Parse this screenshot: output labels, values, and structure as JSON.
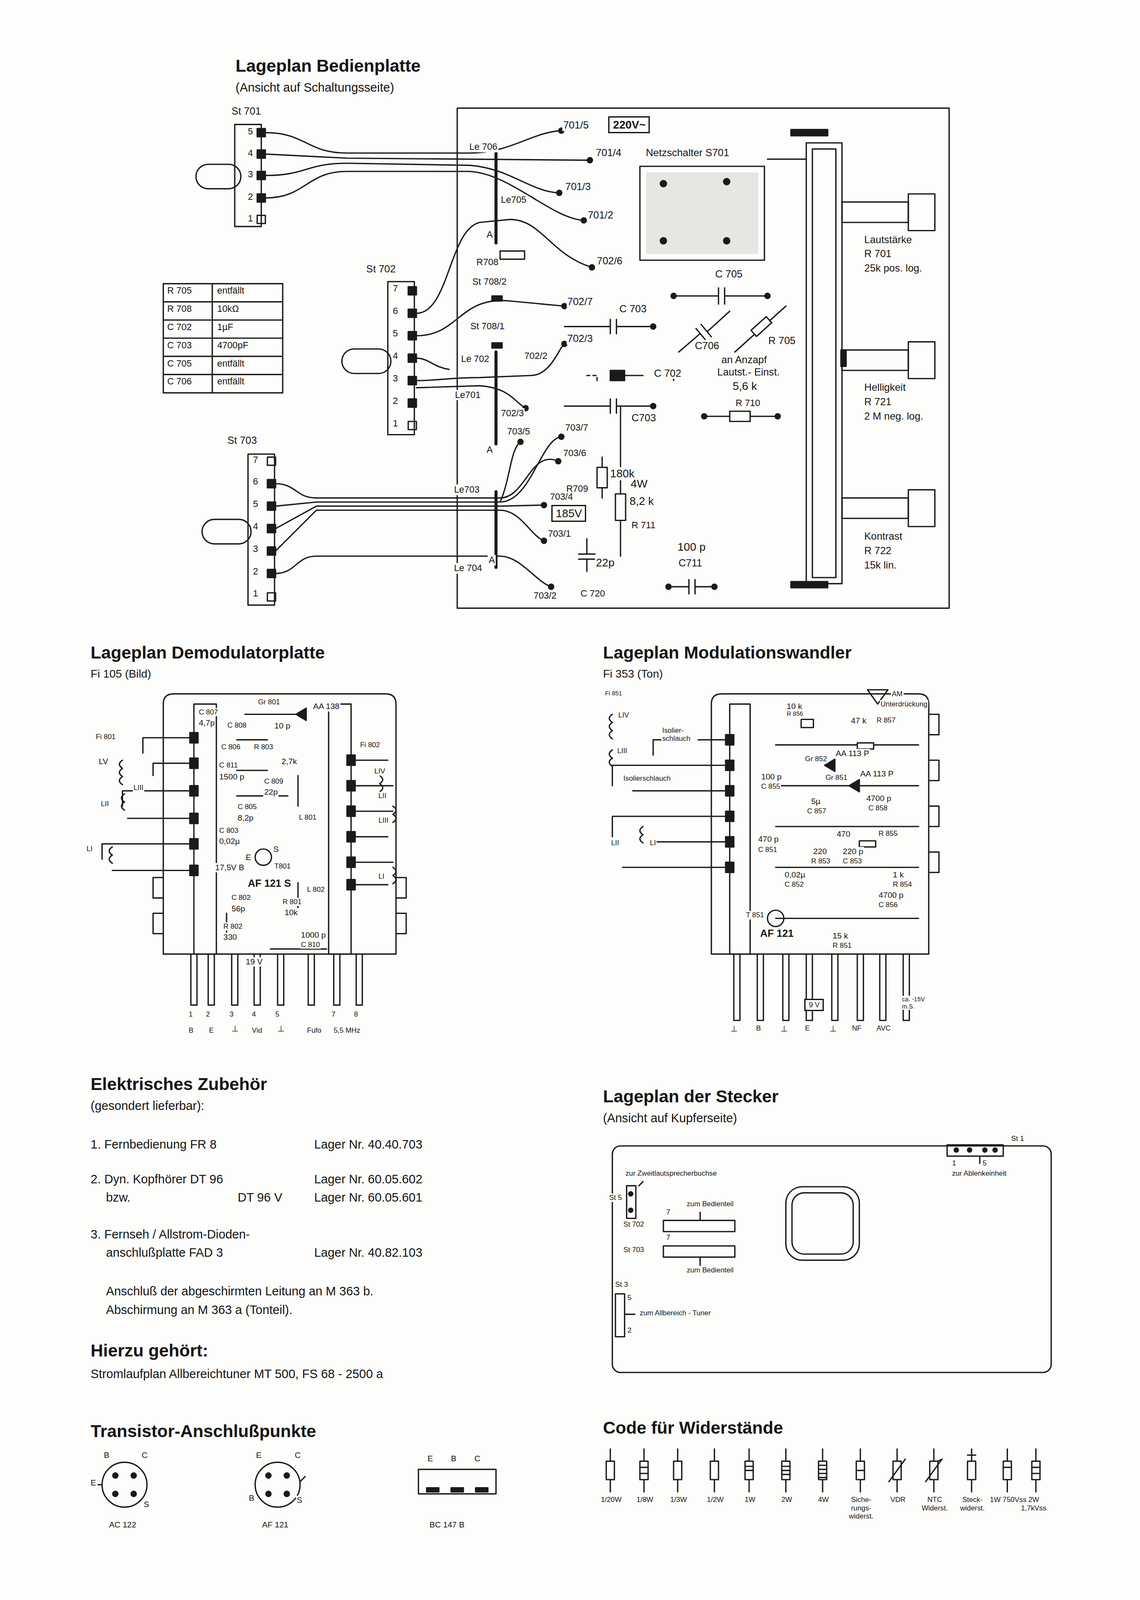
{
  "diagram": {
    "nodes": [
      {
        "text": [
          "220V~"
        ]
      },
      {
        "text": [
          "185V"
        ]
      },
      {
        "text": [
          "9 V"
        ]
      }
    ],
    "labels": [
      "Lageplan Bedienplatte",
      "(Ansicht auf Schaltungsseite)",
      "St 701",
      "5",
      "4",
      "3",
      "2",
      "1",
      "701/5",
      "701/4",
      "701/3",
      "701/2",
      "Netzschalter S701",
      "Le 706",
      "Le705",
      "A",
      "R708",
      "St 708/2",
      "702/6",
      "C 705",
      "702/7",
      "C 703",
      "St 708/1",
      "702/3",
      "Le 702",
      "702/2",
      "C706",
      "R 705",
      "an Anzapf",
      "Lautst.- Einst.",
      "C 702",
      "5,6 k",
      "R 710",
      "Le701",
      "702/3",
      "C703",
      "A",
      "703/5",
      "703/7",
      "703/6",
      "180k",
      "R709",
      "703/4",
      "4W",
      "8,2 k",
      "R 711",
      "Le703",
      "703/1",
      "A",
      "Le 704",
      "100 p",
      "C711",
      "22p",
      "703/2",
      "C 720",
      "Lautstärke",
      "R 701",
      "25k pos. log.",
      "Helligkeit",
      "R 721",
      "2 M neg. log.",
      "Kontrast",
      "R 722",
      "15k lin.",
      "St 702",
      "7",
      "6",
      "5",
      "4",
      "3",
      "2",
      "1",
      "St 703",
      "7",
      "6",
      "5",
      "4",
      "3",
      "2",
      "1",
      "R 705",
      "entfällt",
      "R 708",
      "10kΩ",
      "C 702",
      "1µF",
      "C 703",
      "4700pF",
      "C 705",
      "entfällt",
      "C 706",
      "entfällt",
      "Lageplan Demodulatorplatte",
      "Fi 105 (Bild)",
      "Gr 801",
      "AA 138",
      "C 807",
      "4,7p",
      "C 808",
      "10 p",
      "C 806",
      "R 803",
      "2,7k",
      "C 811",
      "1500 p",
      "C 809",
      "22p",
      "C 805",
      "8,2p",
      "L 801",
      "C 803",
      "0,02µ",
      "S",
      "E",
      "T801",
      "17,5V B",
      "AF 121 S",
      "C 802",
      "56p",
      "R 801",
      "10k",
      "R 802",
      "330",
      "L 802",
      "1000 p",
      "C 810",
      "19 V",
      "Fi 801",
      "LV",
      "LIII",
      "LII",
      "LI",
      "Fi 802",
      "LIV",
      "LII",
      "LIII",
      "LI",
      "1",
      "2",
      "3",
      "4",
      "5",
      "7",
      "8",
      "B",
      "E",
      "⊥",
      "Vid",
      "⊥",
      "Fufo",
      "5,5 MHz",
      "Lageplan Modulationswandler",
      "Fi 353 (Ton)",
      "Fi 851",
      "LIV",
      "LIII",
      "LII",
      "LI",
      "Isolier- schlauch",
      "Isolierschlauch",
      "10 k",
      "R 856",
      "AM",
      "Unterdrückung",
      "47 k",
      "R 857",
      "AA 113 P",
      "Gr 852",
      "AA 113 P",
      "Gr 851",
      "100 p",
      "C 855",
      "5µ",
      "C 857",
      "4700 p",
      "C 858",
      "470",
      "R 855",
      "470 p",
      "C 851",
      "220",
      "R 853",
      "220 p",
      "C 853",
      "0,02µ",
      "C 852",
      "1 k",
      "R 854",
      "4700 p",
      "C 856",
      "T 851",
      "AF 121",
      "15 k",
      "R 851",
      "⊥",
      "B",
      "⊥",
      "E",
      "⊥",
      "NF",
      "AVC",
      "ca. -15V m.S.",
      "Elektrisches Zubehör",
      "(gesondert lieferbar):",
      "1. Fernbedienung FR 8",
      "Lager Nr. 40.40.703",
      "2. Dyn. Kopfhörer DT 96",
      "Lager Nr. 60.05.602",
      "bzw.",
      "DT 96 V",
      "Lager Nr. 60.05.601",
      "3. Fernseh / Allstrom-Dioden-",
      "anschlußplatte FAD 3",
      "Lager Nr. 40.82.103",
      "Anschluß der abgeschirmten Leitung an M 363 b.",
      "Abschirmung an M 363 a (Tonteil).",
      "Hierzu gehört:",
      "Stromlaufplan Allbereichtuner MT 500, FS 68 - 2500 a",
      "Transistor-Anschlußpunkte",
      "B",
      "C",
      "E",
      "S",
      "AC 122",
      "E",
      "C",
      "B",
      "S",
      "AF 121",
      "E",
      "B",
      "C",
      "BC 147 B",
      "Lageplan der Stecker",
      "(Ansicht auf Kupferseite)",
      "St 1",
      "1",
      "5",
      "zur Ablenkeinheit",
      "zur Zweitlautsprecherbuchse",
      "St 5",
      "zum Bedienteil",
      "St 702",
      "7",
      "St 703",
      "7",
      "zum Bedienteil",
      "St 3",
      "5",
      "2",
      "zum Allbereich - Tuner",
      "Code für Widerstände",
      "1/20W",
      "1/8W",
      "1/3W",
      "1/2W",
      "1W",
      "2W",
      "4W",
      "Siche- rungs- widerst.",
      "VDR",
      "NTC Widerst.",
      "Steck- widerst.",
      "1W 750Vss",
      "2W 1,7kVss"
    ]
  }
}
